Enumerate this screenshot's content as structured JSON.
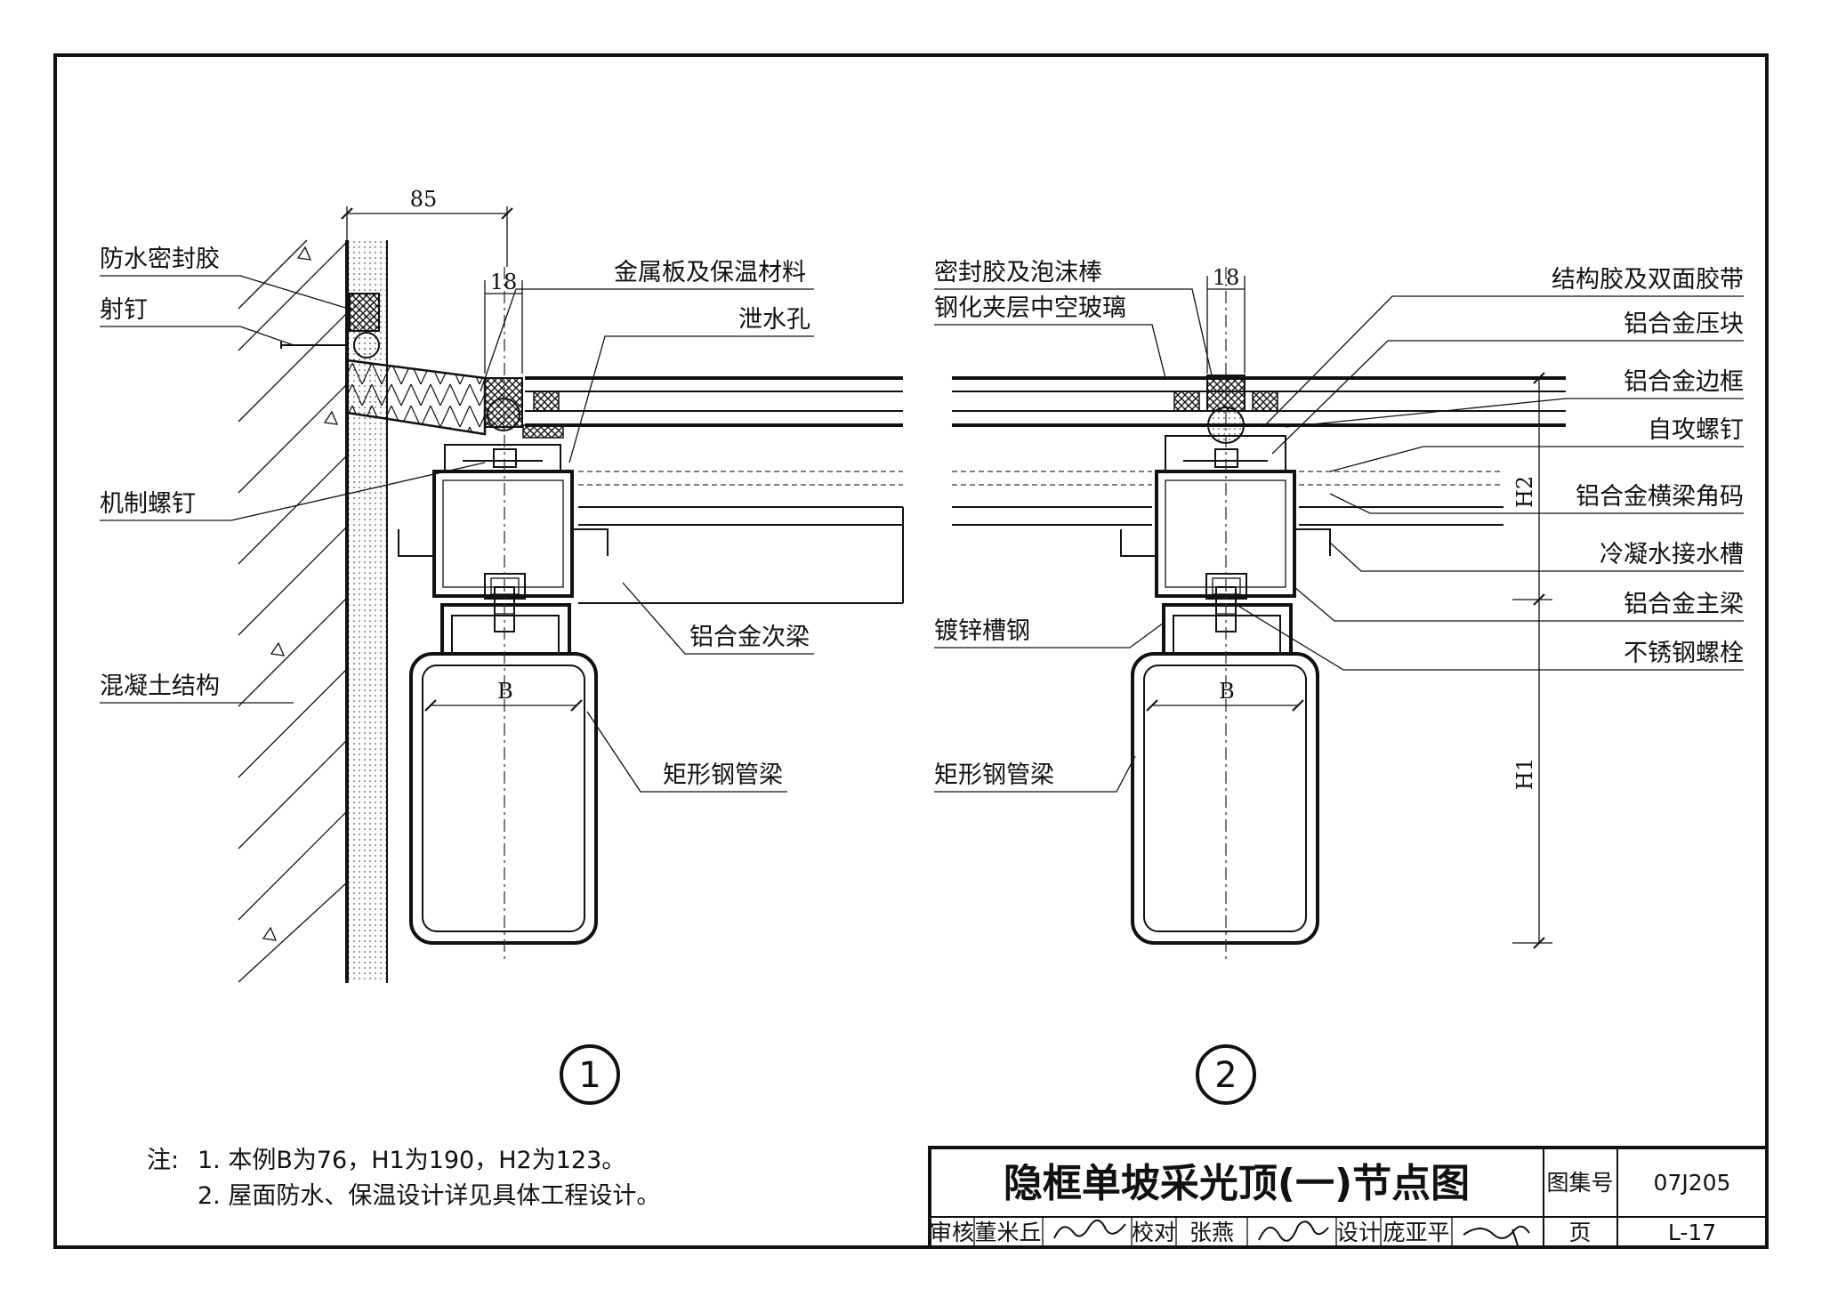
{
  "labels": {
    "waterproof_sealant": "防水密封胶",
    "shot_nail": "射钉",
    "machine_screw": "机制螺钉",
    "concrete_structure": "混凝土结构",
    "metal_plate_insulation": "金属板及保温材料",
    "drain_hole": "泄水孔",
    "aluminum_secondary_beam": "铝合金次梁",
    "rect_steel_tube_beam_1": "矩形钢管梁",
    "sealant_foam_rod": "密封胶及泡沫棒",
    "tempered_laminated_glass": "钢化夹层中空玻璃",
    "galvanized_channel": "镀锌槽钢",
    "rect_steel_tube_beam_2": "矩形钢管梁",
    "structural_glue_tape": "结构胶及双面胶带",
    "aluminum_pressure_block": "铝合金压块",
    "aluminum_frame": "铝合金边框",
    "self_tapping_screw": "自攻螺钉",
    "aluminum_crossbeam_corner": "铝合金横梁角码",
    "condensate_gutter": "冷凝水接水槽",
    "aluminum_main_beam": "铝合金主梁",
    "stainless_bolt": "不锈钢螺栓"
  },
  "dimensions": {
    "d85": "85",
    "d18_left": "18",
    "d18_right": "18",
    "b_left": "B",
    "b_right": "B",
    "h1": "H1",
    "h2": "H2"
  },
  "markers": {
    "detail_1": "1",
    "detail_2": "2"
  },
  "notes": {
    "prefix": "注:",
    "line1": "1. 本例B为76，H1为190，H2为123。",
    "line2": "2. 屋面防水、保温设计详见具体工程设计。"
  },
  "title_block": {
    "title": "隐框单坡采光顶(一)节点图",
    "atlas_label": "图集号",
    "atlas_no": "07J205",
    "review_label": "审核",
    "reviewer": "董米丘",
    "check_label": "校对",
    "checker": "张燕",
    "design_label": "设计",
    "designer": "庞亚平",
    "page_label": "页",
    "page_no": "L-17"
  }
}
